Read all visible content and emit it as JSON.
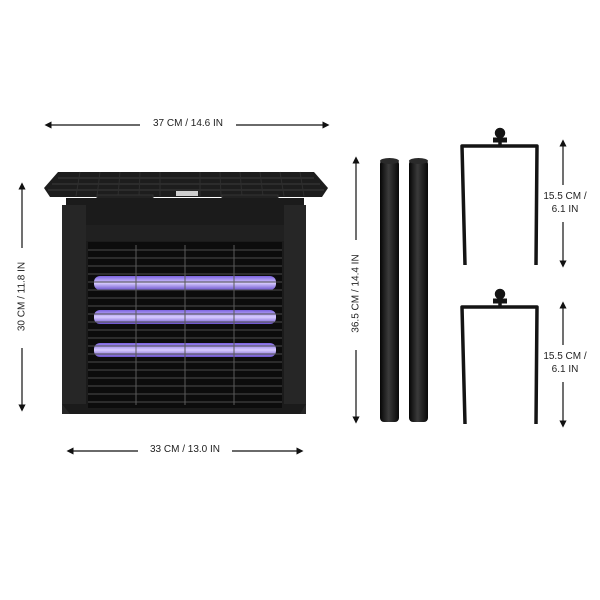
{
  "dimensions": {
    "zapper_top_width": "37 CM / 14.6 IN",
    "zapper_height": "30 CM / 11.8 IN",
    "zapper_bottom_width": "33 CM / 13.0 IN",
    "pole_length": "36.5 CM / 14.4 IN",
    "stake_top_line1": "15.5 CM /",
    "stake_top_line2": "6.1 IN",
    "stake_bottom_line1": "15.5 CM /",
    "stake_bottom_line2": "6.1 IN"
  },
  "colors": {
    "body": "#1b1b1b",
    "uv_tube": "#a58cff",
    "line": "#111111"
  },
  "icons": [
    "bug-zapper-device",
    "pole-part",
    "stake-part"
  ]
}
